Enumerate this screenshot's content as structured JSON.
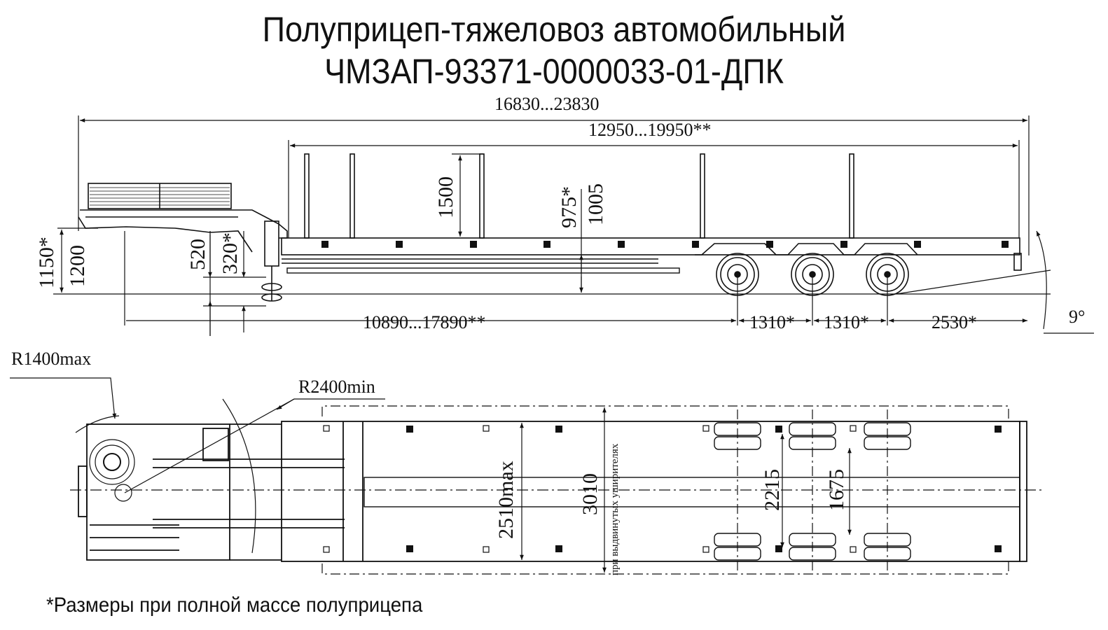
{
  "title": {
    "line1": "Полуприцеп-тяжеловоз автомобильный",
    "line2": "ЧМЗАП-93371-0000033-01-ДПК"
  },
  "side_view": {
    "overall_length": "16830...23830",
    "platform_length": "12950...19950**",
    "stake_height": "1500",
    "platform_height_loaded": "975*",
    "platform_height": "1005",
    "fifth_wheel_height_loaded": "1150*",
    "fifth_wheel_height": "1200",
    "landing_gear_travel": "520",
    "landing_gear_clearance_loaded": "320*",
    "kingpin_to_axle": "10890...17890**",
    "axle_spacing_1": "1310*",
    "axle_spacing_2": "1310*",
    "rear_overhang": "2530*",
    "departure_angle": "9°"
  },
  "top_view": {
    "front_swing_radius": "R1400max",
    "kingpin_radius": "R2400min",
    "width_max": "2510max",
    "width_extended": "3010",
    "width_extended_note": "при выдвинутых уширителях",
    "track_outer": "2215",
    "track_inner": "1675"
  },
  "footnote": "*Размеры при полной массе полуприцепа",
  "colors": {
    "line": "#111111",
    "background": "#ffffff"
  }
}
